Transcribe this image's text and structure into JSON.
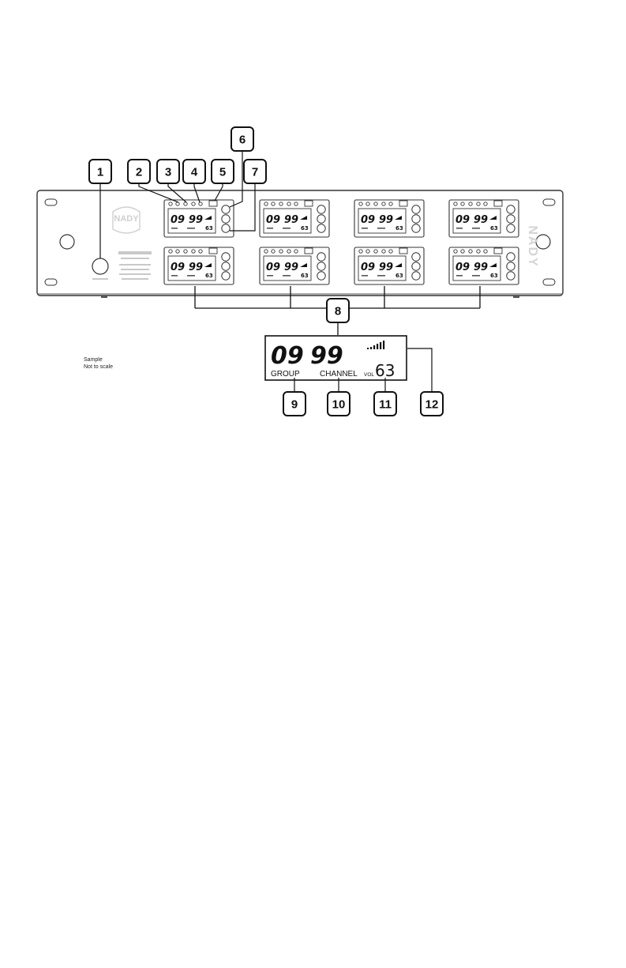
{
  "callouts": [
    "1",
    "2",
    "3",
    "4",
    "5",
    "6",
    "7",
    "8",
    "9",
    "10",
    "11",
    "12"
  ],
  "brand_logo": "NADY",
  "brand_side": "NADY",
  "module_display": {
    "group_digits": "09",
    "channel_digits": "99",
    "vol_digits": "63"
  },
  "lcd_detail": {
    "group_digits": "09",
    "channel_digits": "99",
    "group_label": "GROUP",
    "channel_label": "CHANNEL",
    "vol_label": "VOL",
    "vol_value": "63",
    "signal_icon": "signal-strength-bars-icon"
  },
  "note": {
    "line1": "Sample",
    "line2": "Not to scale"
  }
}
